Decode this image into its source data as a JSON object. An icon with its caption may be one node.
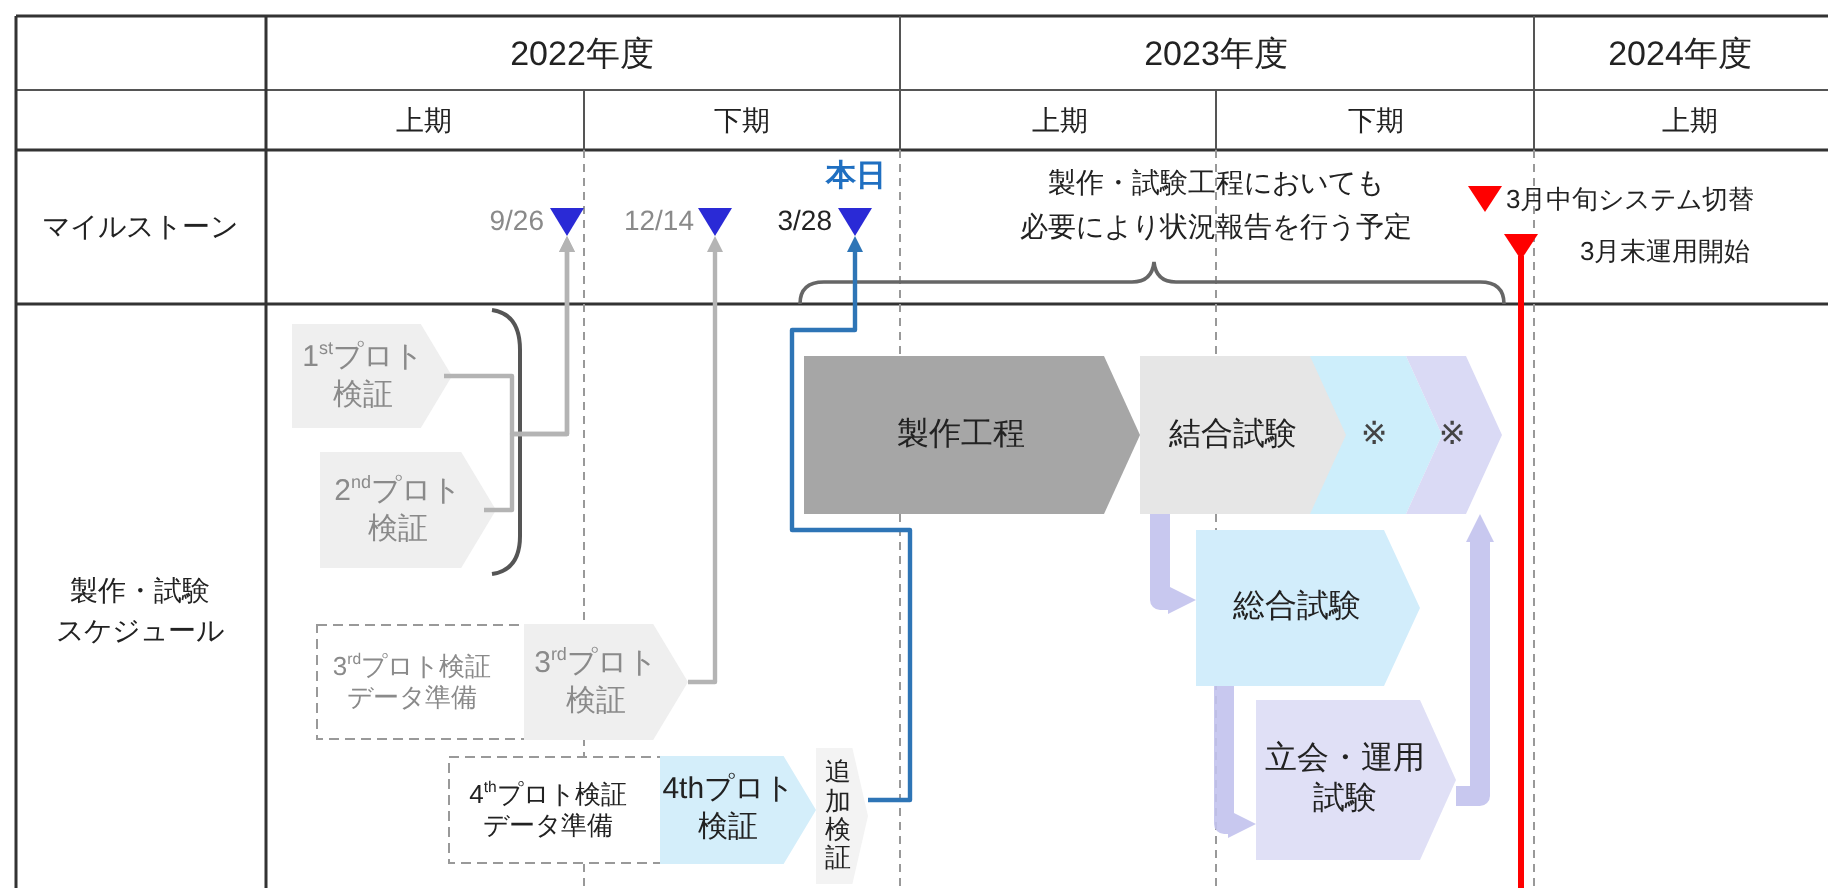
{
  "diagram": {
    "nodes": [
      {
        "text": [],
        "shape": "triangle",
        "beside": [
          "9/26"
        ]
      },
      {
        "text": [],
        "shape": "triangle",
        "beside": [
          "12/14"
        ]
      },
      {
        "text": [],
        "shape": "triangle",
        "beside": [
          "本日",
          "3/28"
        ]
      },
      {
        "text": [],
        "shape": "triangle",
        "beside": [
          "3月中旬システム切替"
        ]
      },
      {
        "text": [],
        "shape": "triangle",
        "beside": [
          "3月末運用開始"
        ]
      },
      {
        "text": [
          "1$^{st}$プロト検証"
        ]
      },
      {
        "text": [
          "2$^{nd}$プロト検証"
        ]
      },
      {
        "text": [
          "3$^{rd}$プロト検証データ準備"
        ]
      },
      {
        "text": [
          "3$^{rd}$プロト検証"
        ]
      },
      {
        "text": [
          "4$^{th}$プロト検証データ準備"
        ]
      },
      {
        "text": [
          "4thプロト検証"
        ]
      },
      {
        "text": [
          "追加検証"
        ]
      },
      {
        "text": [
          "製作工程"
        ]
      },
      {
        "text": [
          "結合試験"
        ]
      },
      {
        "text": [
          "※"
        ]
      },
      {
        "text": [
          "※"
        ]
      },
      {
        "text": [
          "総合試験"
        ]
      },
      {
        "text": [
          "立会・運用試験"
        ]
      }
    ],
    "edges": [
      {
        "from": 5,
        "to": 0,
        "arrow": "to"
      },
      {
        "from": 6,
        "to": 0,
        "arrow": "to"
      },
      {
        "from": 8,
        "to": 1,
        "arrow": "to"
      },
      {
        "from": 11,
        "to": 2,
        "arrow": "to",
        "color": "#2e75b6"
      },
      {
        "from": 13,
        "to": 16,
        "arrow": "to",
        "style": "thick",
        "color": "#c3c3ee"
      },
      {
        "from": 16,
        "to": 17,
        "arrow": "to",
        "style": "thick",
        "color": "#c3c3ee"
      },
      {
        "from": 17,
        "to": 15,
        "arrow": "to",
        "style": "thick",
        "color": "#c3c3ee"
      }
    ],
    "labels": [
      "2022年度",
      "2023年度",
      "2024年度",
      "上期",
      "下期",
      "上期",
      "下期",
      "上期",
      "マイルストーン",
      "製作・試験工程においても",
      "必要により状況報告を行う予定",
      "製作・試験",
      "スケジュール"
    ]
  }
}
